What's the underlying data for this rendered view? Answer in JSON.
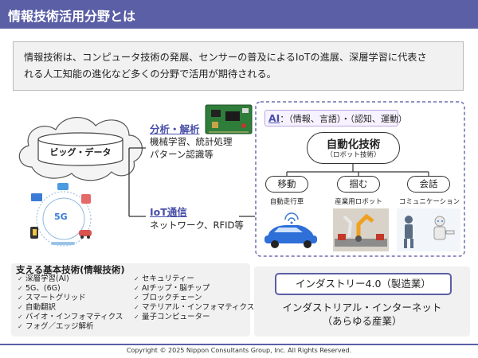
{
  "header": {
    "title": "情報技術活用分野とは"
  },
  "intro": {
    "line1": "情報技術は、コンピュータ技術の発展、センサーの普及によるIoTの進展、深層学習に代表さ",
    "line2": "れる人工知能の進化など多くの分野で活用が期待される。"
  },
  "big_data": {
    "label": "ビッグ・データ"
  },
  "analysis": {
    "heading": "分析・解析",
    "line1": "機械学習、統計処理",
    "line2": "パターン認識等"
  },
  "iot": {
    "heading": "IoT通信",
    "line1": "ネットワーク、RFID等",
    "icon_label": "5G"
  },
  "ai": {
    "label": "AI",
    "detail": "：（情報、言語）・（認知、運動）",
    "automation_title": "自動化技術",
    "automation_sub": "（ロボット技術）",
    "branches": [
      {
        "label": "移動",
        "caption": "自動走行車"
      },
      {
        "label": "掴む",
        "caption": "産業用ロボット"
      },
      {
        "label": "会話",
        "caption": "コミュニケーション"
      }
    ]
  },
  "base_tech": {
    "title": "支える基本技術(情報技術)",
    "col1": [
      "深層学習(AI)",
      "5G、(6G)",
      "スマートグリッド",
      "自動翻訳",
      "バイオ・インフォマティクス",
      "フォグ／エッジ解析"
    ],
    "col2": [
      "セキュリティー",
      "AIチップ・脳チップ",
      "ブロックチェーン",
      "マテリアル・インフォマティクス",
      "量子コンピューター"
    ]
  },
  "industry": {
    "box_label": "インダストリー4.0（製造業）",
    "sub_line1": "インダストリアル・インターネット",
    "sub_line2": "（あらゆる産業）"
  },
  "footer": {
    "copyright": "Copyright © 2025 Nippon Consultants Group, Inc. All Rights Reserved."
  },
  "colors": {
    "accent": "#5b5fa6",
    "heading_blue": "#4a4fa8",
    "panel_gray": "#f1f1f1"
  }
}
